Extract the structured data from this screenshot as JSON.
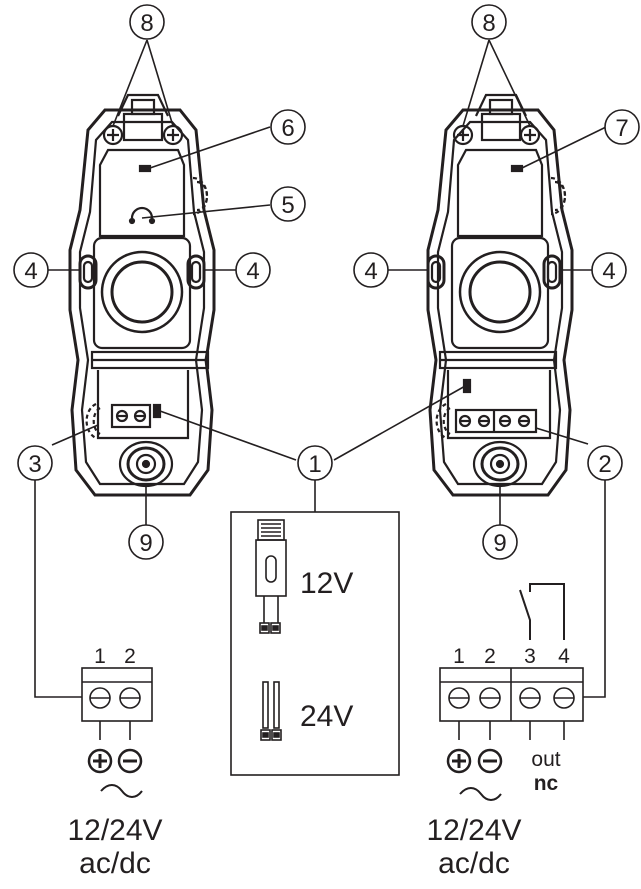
{
  "callouts": {
    "c1": "1",
    "c2": "2",
    "c3": "3",
    "c4": "4",
    "c5": "5",
    "c6": "6",
    "c7": "7",
    "c8": "8",
    "c9": "9"
  },
  "jumper": {
    "opt12": "12V",
    "opt24": "24V"
  },
  "tx_terminal": {
    "pins": [
      "1",
      "2"
    ],
    "plus": "+",
    "minus": "−",
    "ac": "∼",
    "voltage": "12/24V",
    "current": "ac/dc"
  },
  "rx_terminal": {
    "pins": [
      "1",
      "2",
      "3",
      "4"
    ],
    "plus": "+",
    "minus": "−",
    "ac": "∼",
    "out_label": "out",
    "nc_label": "nc",
    "voltage": "12/24V",
    "current": "ac/dc"
  }
}
